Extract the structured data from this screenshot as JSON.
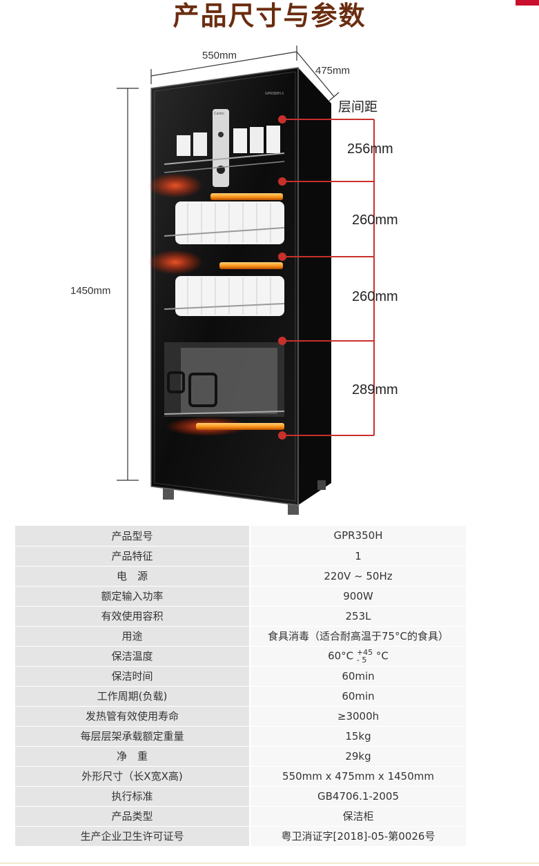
{
  "title": "产品尺寸与参数",
  "dimensions": {
    "width": "550mm",
    "depth": "475mm",
    "height": "1450mm",
    "layer_label": "层间距",
    "gaps": [
      "256mm",
      "260mm",
      "260mm",
      "289mm"
    ]
  },
  "cabinet": {
    "model_plate": "GPR350H-1",
    "brand_plate": "Canbo"
  },
  "specs": [
    {
      "key": "产品型号",
      "value": "GPR350H"
    },
    {
      "key": "产品特征",
      "value": "1"
    },
    {
      "key": "电　源",
      "value": "220V ~ 50Hz"
    },
    {
      "key": "额定输入功率",
      "value": "900W"
    },
    {
      "key": "有效使用容积",
      "value": "253L"
    },
    {
      "key": "用途",
      "value": "食具消毒（适合耐高温于75°C的食具）"
    },
    {
      "key": "保洁温度",
      "value_main": "60°C",
      "value_plus": "+45",
      "value_minus": "- 5",
      "value_unit": "°C"
    },
    {
      "key": "保洁时间",
      "value": "60min"
    },
    {
      "key": "工作周期(负载)",
      "value": "60min"
    },
    {
      "key": "发热管有效使用寿命",
      "value": "≥3000h"
    },
    {
      "key": "每层层架承载额定重量",
      "value": "15kg"
    },
    {
      "key": "净　重",
      "value": "29kg"
    },
    {
      "key": "外形尺寸（长X宽X高)",
      "value": "550mm x 475mm x 1450mm"
    },
    {
      "key": "执行标准",
      "value": "GB4706.1-2005"
    },
    {
      "key": "产品类型",
      "value": "保洁柜"
    },
    {
      "key": "生产企业卫生许可证号",
      "value": "粤卫消证字[2018]-05-第0026号"
    }
  ],
  "colors": {
    "title": "#6a2d10",
    "accent": "#c8102e",
    "marker": "#c8302c",
    "row_key_bg": "#e5e5e5",
    "row_value_bg": "#f7f7f7"
  }
}
